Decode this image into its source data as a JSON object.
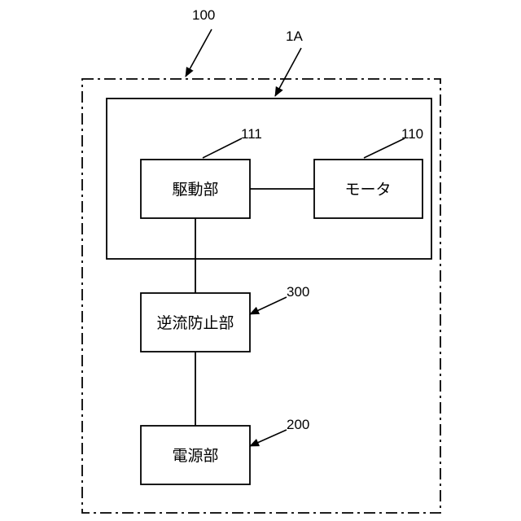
{
  "refs": {
    "system": "100",
    "unit": "1A",
    "drive": "111",
    "motor": "110",
    "backflow": "300",
    "power": "200"
  },
  "blocks": {
    "drive": "駆動部",
    "motor": "モータ",
    "backflow": "逆流防止部",
    "power": "電源部"
  }
}
